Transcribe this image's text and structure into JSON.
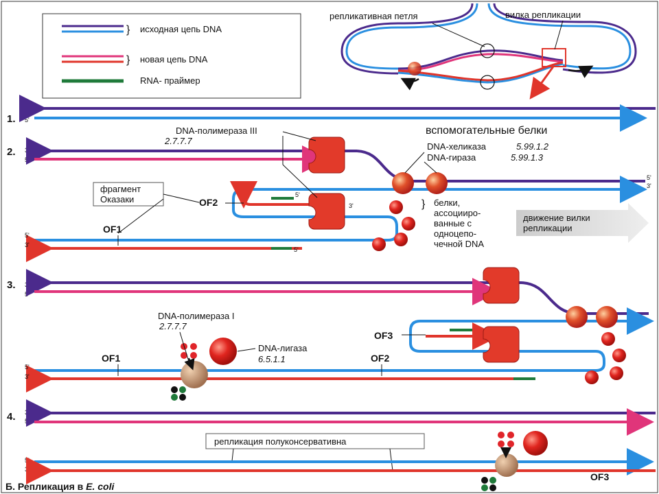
{
  "legend": {
    "parent_strand": "исходная цепь DNA",
    "new_strand": "новая цепь DNA",
    "primer": "RNA- праймер"
  },
  "top": {
    "loop_label": "репликативная петля",
    "fork_label": "вилка репликации"
  },
  "ends": {
    "three": "3'",
    "five": "5'"
  },
  "steps": {
    "s1": "1.",
    "s2": "2.",
    "s3": "3.",
    "s4": "4."
  },
  "step2": {
    "pol3": "DNA-полимераза III",
    "pol3_ec": "2.7.7.7",
    "aux": "вспомогательные белки",
    "helicase": "DNA-хеликаза",
    "helicase_ec": "5.99.1.2",
    "gyrase": "DNA-гираза",
    "gyrase_ec": "5.99.1.3",
    "okazaki_1": "фрагмент",
    "okazaki_2": "Оказаки",
    "of2": "OF2",
    "of1": "OF1",
    "ssb_1": "белки,",
    "ssb_2": "ассоцииро-",
    "ssb_3": "ванные с",
    "ssb_4": "одноцепо-",
    "ssb_5": "чечной DNA",
    "fork_move_1": "движение вилки",
    "fork_move_2": "репликации"
  },
  "step3": {
    "pol1": "DNA-полимераза I",
    "pol1_ec": "2.7.7.7",
    "ligase": "DNA-лигаза",
    "ligase_ec": "6.5.1.1",
    "of1": "OF1",
    "of2": "OF2",
    "of3": "OF3"
  },
  "step4": {
    "semi": "репликация полуконсервативна",
    "of3": "OF3"
  },
  "caption_prefix": "Б. Репликация в ",
  "caption_species": "E. coli",
  "colors": {
    "parent_dark": "#4b2a8c",
    "parent_blue": "#2a8fe0",
    "new_red": "#e0352b",
    "new_pink": "#e0357a",
    "primer": "#1f7a3a",
    "enzyme": "#e23a2a"
  }
}
